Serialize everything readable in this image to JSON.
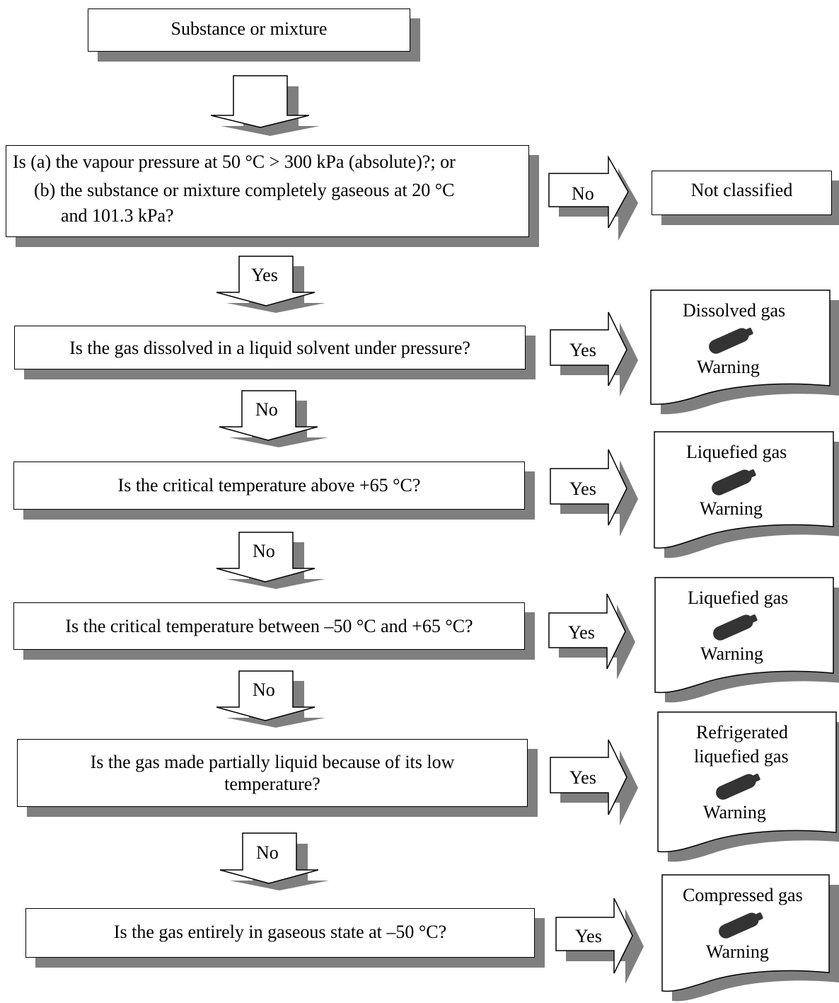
{
  "start": {
    "label": "Substance or mixture"
  },
  "q1": {
    "line1": "Is  (a) the vapour pressure at 50 °C > 300 kPa (absolute)?; or",
    "line2": "(b) the substance or mixture completely gaseous at 20 °C",
    "line3": "and 101.3 kPa?"
  },
  "q2": {
    "text": "Is the gas dissolved in a liquid solvent under pressure?"
  },
  "q3": {
    "text": "Is the critical temperature above +65 °C?"
  },
  "q4": {
    "text": "Is the critical temperature between –50 °C and +65 °C?"
  },
  "q5": {
    "line1": "Is the gas made partially liquid because of its low",
    "line2": "temperature?"
  },
  "q6": {
    "text": "Is the gas entirely in gaseous state at –50 °C?"
  },
  "arrows": {
    "down2": "Yes",
    "down3": "No",
    "down4": "No",
    "down5": "No",
    "down6": "No",
    "right1": "No",
    "right2": "Yes",
    "right3": "Yes",
    "right4": "Yes",
    "right5": "Yes",
    "right6": "Yes"
  },
  "results": {
    "not_classified": "Not classified",
    "r1": {
      "title": "Dissolved gas",
      "signal": "Warning"
    },
    "r2": {
      "title": "Liquefied gas",
      "signal": "Warning"
    },
    "r3": {
      "title": "Liquefied gas",
      "signal": "Warning"
    },
    "r4": {
      "title_line1": "Refrigerated",
      "title_line2": "liquefied gas",
      "signal": "Warning"
    },
    "r5": {
      "title": "Compressed gas",
      "signal": "Warning"
    }
  },
  "colors": {
    "shadow": "#7f7f7f",
    "cylinder": "#333333",
    "border": "#000000"
  },
  "icons": {
    "cylinder": "gas-cylinder-icon"
  }
}
